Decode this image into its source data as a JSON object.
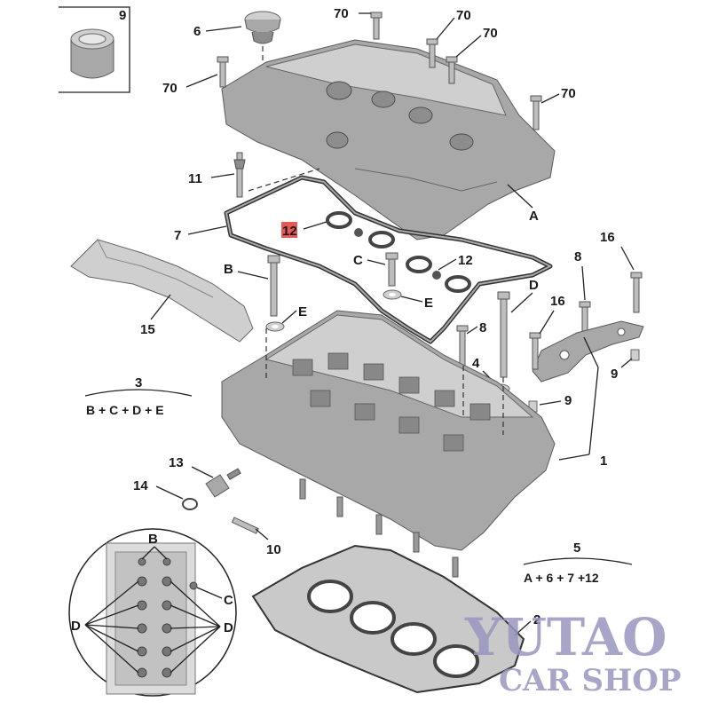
{
  "diagram": {
    "labels": {
      "p9_box": "9",
      "p6": "6",
      "p70_a": "70",
      "p70_b": "70",
      "p70_c": "70",
      "p70_d": "70",
      "p70_e": "70",
      "p11": "11",
      "p7": "7",
      "p12_a": "12",
      "p12_b": "12",
      "pA": "A",
      "pB": "B",
      "pC": "C",
      "pE_a": "E",
      "pE_b": "E",
      "pD": "D",
      "p8_a": "8",
      "p8_b": "8",
      "p16_a": "16",
      "p16_b": "16",
      "p15": "15",
      "p4": "4",
      "p9_b": "9",
      "p9_c": "9",
      "p1": "1",
      "p3": "3",
      "p13": "13",
      "p14": "14",
      "p10": "10",
      "p5": "5",
      "p2": "2",
      "inset_B": "B",
      "inset_C": "C",
      "inset_D_left": "D",
      "inset_D_right": "D"
    },
    "formulas": {
      "kit3": "B + C + D + E",
      "kit5": "A + 6 + 7 +12"
    },
    "highlight_color": "#e0302a"
  },
  "watermark": {
    "line1": "YUTAO",
    "line2": "CAR SHOP",
    "color": "#9a96c0"
  }
}
